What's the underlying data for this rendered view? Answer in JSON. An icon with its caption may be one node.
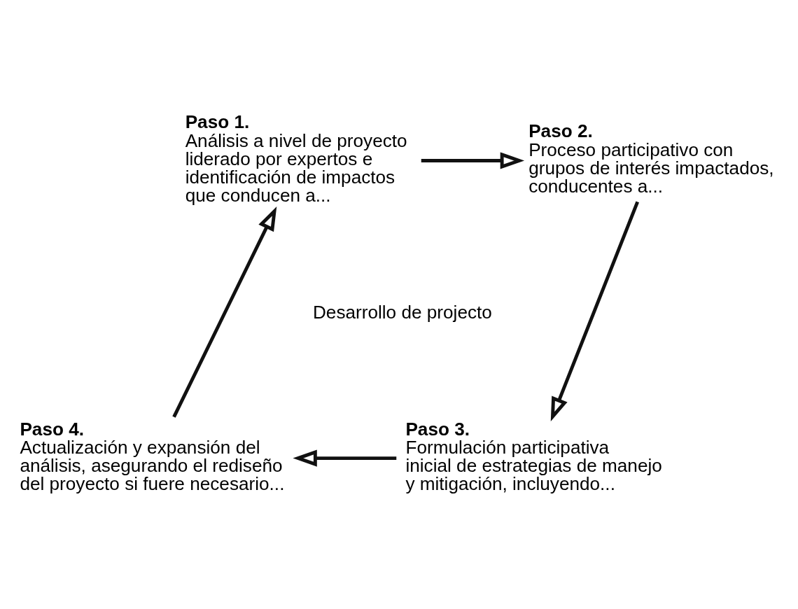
{
  "diagram": {
    "nodes": [
      {
        "text": [
          "Paso 1.",
          "Análisis a nivel de proyecto liderado por expertos e identificación de impactos que conducen a..."
        ]
      },
      {
        "text": [
          "Paso 2.",
          "Proceso participativo con grupos de interés impactados, conducentes a..."
        ]
      },
      {
        "text": [
          "Paso 3.",
          "Formulación participativa inicial de estrategias de manejo y mitigación, incluyendo..."
        ]
      },
      {
        "text": [
          "Paso 4.",
          "Actualización y expansión del análisis, asegurando el rediseño del proyecto si fuere necesario..."
        ]
      },
      {
        "text": [
          "Desarrollo de projecto"
        ]
      }
    ],
    "edges": [
      {
        "from": 0,
        "to": 1,
        "arrow": "to"
      },
      {
        "from": 1,
        "to": 2,
        "arrow": "to"
      },
      {
        "from": 2,
        "to": 3,
        "arrow": "to"
      },
      {
        "from": 3,
        "to": 0,
        "arrow": "to"
      }
    ]
  }
}
